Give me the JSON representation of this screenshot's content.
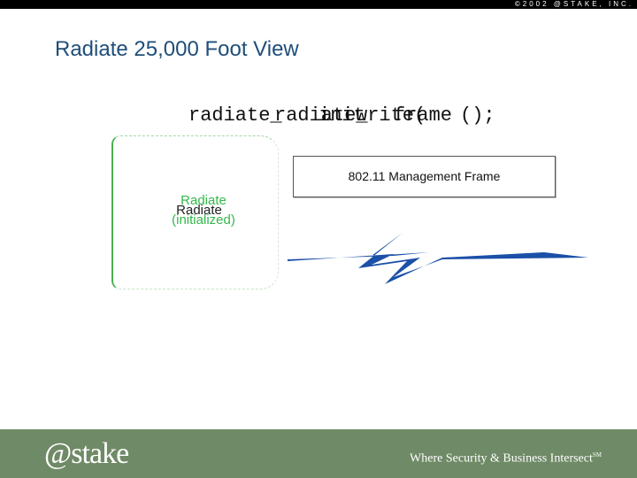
{
  "header": {
    "text": "©2002  @STAKE, INC."
  },
  "slide": {
    "title": "Radiate 25,000 Foot View",
    "code_layers": [
      "radiate_",
      "radiate_",
      "init",
      "write(",
      "frame",
      "();"
    ],
    "radiate_state": {
      "label": "Radiate",
      "state": "(initialized)",
      "overlay_label": "Radiate"
    },
    "frame_label": "802.11 Management Frame"
  },
  "footer": {
    "logo": "@stake",
    "tagline": "Where Security & Business Intersect",
    "tagline_mark": "SM"
  },
  "colors": {
    "title": "#1f4e79",
    "accent_green": "#33b84a",
    "bolt": "#1b4fa8",
    "footer_bg": "#6f8a66"
  }
}
